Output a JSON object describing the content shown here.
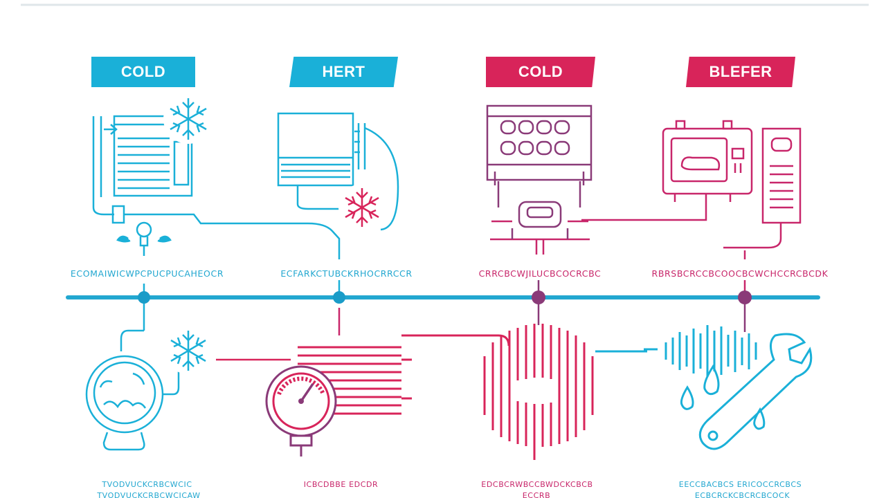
{
  "colors": {
    "cyan": "#1ab0d8",
    "pink": "#d8245a",
    "purple": "#8a3a78",
    "line": "#22a7d0"
  },
  "stages": [
    {
      "tag": "COLD",
      "caption": "ECOMAIWICWPCPUCPUCAHEOCR",
      "bottom_caption": "TVODVUCKCRBCWCIC",
      "bottom_caption_2": "TVODVUCKCRBCWCICAW",
      "color": "cyan",
      "icons": [
        "window-unit-icon",
        "snowflake-icon",
        "fan-icon",
        "compressor-dome-icon"
      ]
    },
    {
      "tag": "HERT",
      "caption": "ECFARKCTUBCKRHOCRRCCR",
      "bottom_caption": "ICBCDBBE EDCDR",
      "color": "cyan",
      "icons": [
        "monitor-unit-icon",
        "snowflake-icon",
        "pressure-gauge-icon",
        "radiator-coil-icon"
      ]
    },
    {
      "tag": "COLD",
      "caption": "CRRCBCWJILUCBCOCRCBC",
      "bottom_caption": "EDCBCRWBCCBWDCKCBCB",
      "bottom_caption_2": "ECCRB",
      "color": "pink",
      "icons": [
        "control-panel-icon",
        "valve-icon",
        "coil-disc-icon"
      ]
    },
    {
      "tag": "BLEFER",
      "caption": "RBRSBCRCCBCOOCBCWCHCCRCBCDK",
      "bottom_caption": "EECCBACBCS ERICOCCRCBCS",
      "bottom_caption_2": "ECBCRCKCBCRCBCOCK",
      "color": "pink",
      "icons": [
        "oven-unit-icon",
        "cabinet-icon",
        "sound-wave-icon",
        "wrench-icon",
        "water-drop-icon"
      ]
    }
  ]
}
